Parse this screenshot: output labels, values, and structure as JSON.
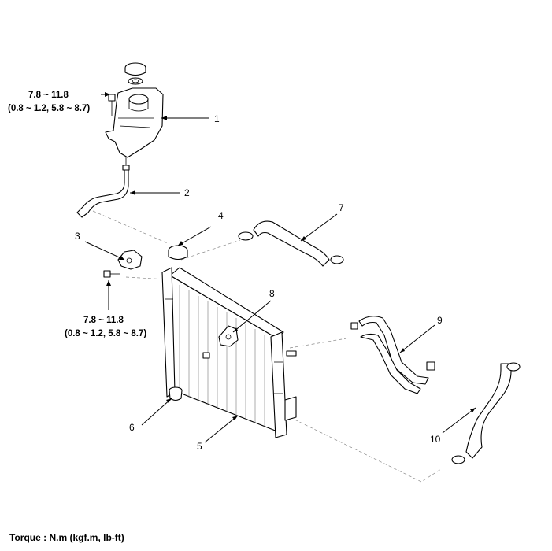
{
  "callouts": {
    "c1": "1",
    "c2": "2",
    "c3": "3",
    "c4": "4",
    "c5": "5",
    "c6": "6",
    "c7": "7",
    "c8": "8",
    "c9": "9",
    "c10": "10"
  },
  "torque_specs": {
    "reservoir_bolt": {
      "value": "7.8 ~ 11.8",
      "alt": "(0.8 ~ 1.2, 5.8 ~ 8.7)"
    },
    "bracket_bolt": {
      "value": "7.8 ~ 11.8",
      "alt": "(0.8 ~ 1.2, 5.8 ~ 8.7)"
    }
  },
  "footer": {
    "torque_note": "Torque : N.m (kgf.m, lb-ft)"
  }
}
